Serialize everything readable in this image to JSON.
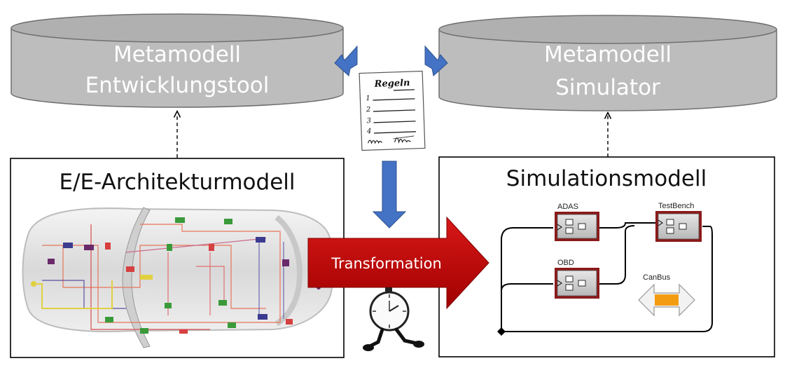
{
  "databases": {
    "left": {
      "line1": "Metamodell",
      "line2": "Entwicklungstool"
    },
    "right": {
      "line1": "Metamodell",
      "line2": "Simulator"
    }
  },
  "rules_doc": {
    "title": "Regeln",
    "items": [
      "1",
      "2",
      "3",
      "4"
    ]
  },
  "boxes": {
    "ee_model": {
      "title": "E/E-Architekturmodell"
    },
    "sim_model": {
      "title": "Simulationsmodell"
    }
  },
  "transformation": {
    "label": "Transformation"
  },
  "sim_blocks": {
    "adas": "ADAS",
    "testbench": "TestBench",
    "obd": "OBD",
    "canbus": "CanBus"
  },
  "colors": {
    "db_gray": "#bdbdbd",
    "arrow_blue": "#4472c4",
    "transform_red": "#c00000",
    "canbus_orange": "#f39c12",
    "block_border": "#8b1a1a"
  },
  "icons": [
    "database-icon",
    "document-icon",
    "stopwatch-icon",
    "car-wiring-icon"
  ]
}
